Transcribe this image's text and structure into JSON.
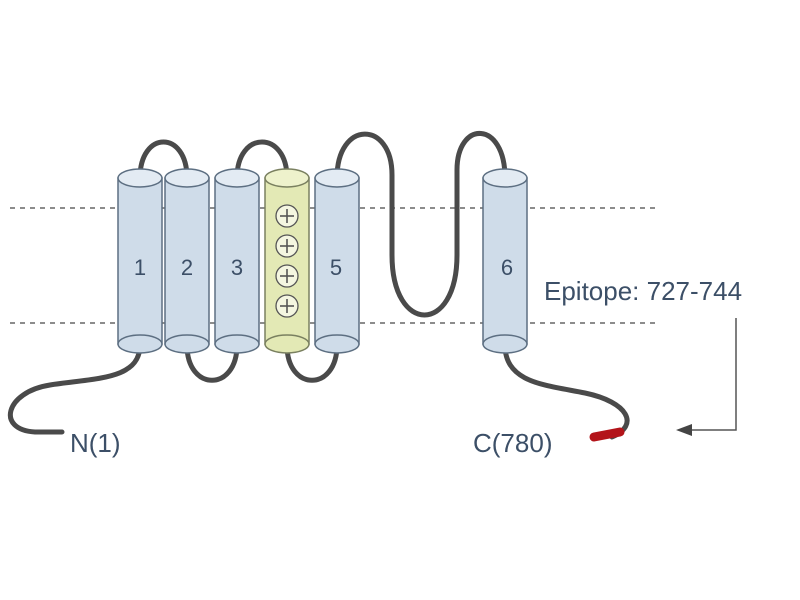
{
  "segments": [
    {
      "label": "1",
      "highlighted": false
    },
    {
      "label": "2",
      "highlighted": false
    },
    {
      "label": "3",
      "highlighted": false
    },
    {
      "label": "",
      "highlighted": true,
      "charges": [
        "⊕",
        "⊕",
        "⊕",
        "⊕"
      ]
    },
    {
      "label": "5",
      "highlighted": false
    },
    {
      "label": "6",
      "highlighted": false
    }
  ],
  "n_terminus": "N(1)",
  "c_terminus": "C(780)",
  "epitope": "Epitope: 727-744",
  "colors": {
    "helix_fill": "#cfdce9",
    "helix_stroke": "#5d6f82",
    "highlight_fill": "#e3e9b5",
    "loop": "#4a4a4a",
    "membrane_line": "#666666",
    "epitope_mark": "#b3141a",
    "label": "#3c4f67"
  }
}
